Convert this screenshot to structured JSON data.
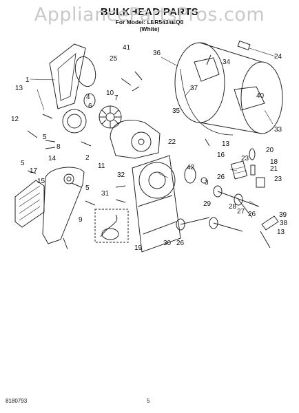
{
  "watermark": "AppliancePartsPros.com",
  "title": "BULKHEAD PARTS",
  "subtitle_line1": "For Model: LER5434EQ0",
  "subtitle_line2": "(White)",
  "doc_number": "8180793",
  "page_number": "5",
  "callouts": [
    "1",
    "2",
    "3",
    "4",
    "5",
    "6",
    "7",
    "8",
    "9",
    "10",
    "11",
    "12",
    "13",
    "14",
    "15",
    "16",
    "17",
    "18",
    "19",
    "20",
    "21",
    "22",
    "23",
    "24",
    "25",
    "26",
    "27",
    "28",
    "29",
    "30",
    "31",
    "32",
    "33",
    "34",
    "35",
    "36",
    "37",
    "38",
    "39",
    "40",
    "41",
    "42"
  ]
}
